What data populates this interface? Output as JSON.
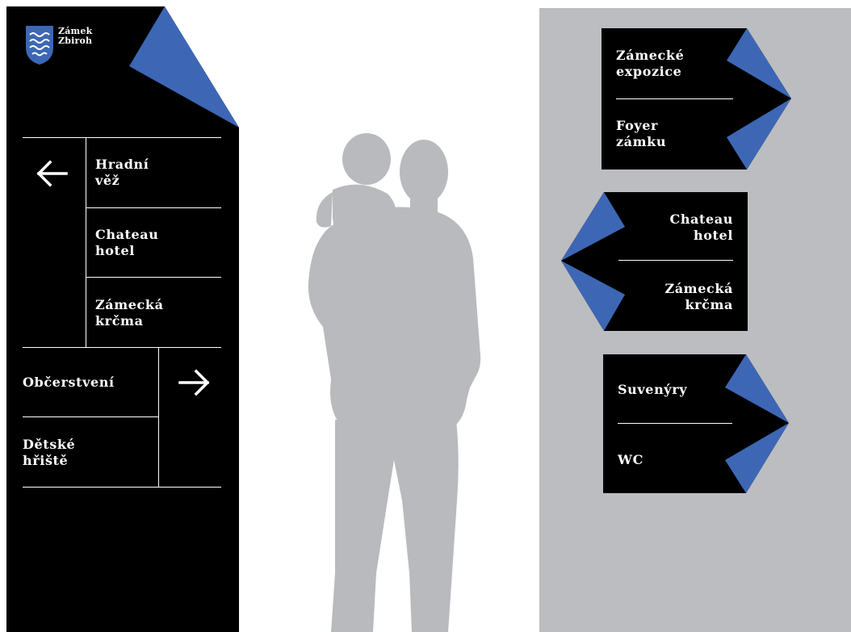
{
  "brand": {
    "name_line1": "Zámek",
    "name_line2": "Zbiroh",
    "logo_icon": "shield-wave-icon"
  },
  "colors": {
    "sign_black": "#000000",
    "accent_blue": "#3d67b5",
    "panel_grey": "#bcbdc1",
    "silhouette_grey": "#b9babe"
  },
  "totem": {
    "left_icon": "arrow-left-icon",
    "left_destinations": [
      {
        "line1": "Hradní",
        "line2": "věž"
      },
      {
        "line1": "Chateau",
        "line2": "hotel"
      },
      {
        "line1": "Zámecká",
        "line2": "krčma"
      }
    ],
    "right_icon": "arrow-right-icon",
    "right_destinations": [
      {
        "line1": "Občerstvení",
        "line2": ""
      },
      {
        "line1": "Dětské",
        "line2": "hřiště"
      }
    ]
  },
  "signs": [
    {
      "direction": "right",
      "items": [
        {
          "line1": "Zámecké",
          "line2": "expozice"
        },
        {
          "line1": "Foyer",
          "line2": "zámku"
        }
      ]
    },
    {
      "direction": "left",
      "items": [
        {
          "line1": "Chateau",
          "line2": "hotel"
        },
        {
          "line1": "Zámecká",
          "line2": "krčma"
        }
      ]
    },
    {
      "direction": "right",
      "items": [
        {
          "line1": "Suvenýry",
          "line2": ""
        },
        {
          "line1": "WC",
          "line2": ""
        }
      ]
    }
  ]
}
